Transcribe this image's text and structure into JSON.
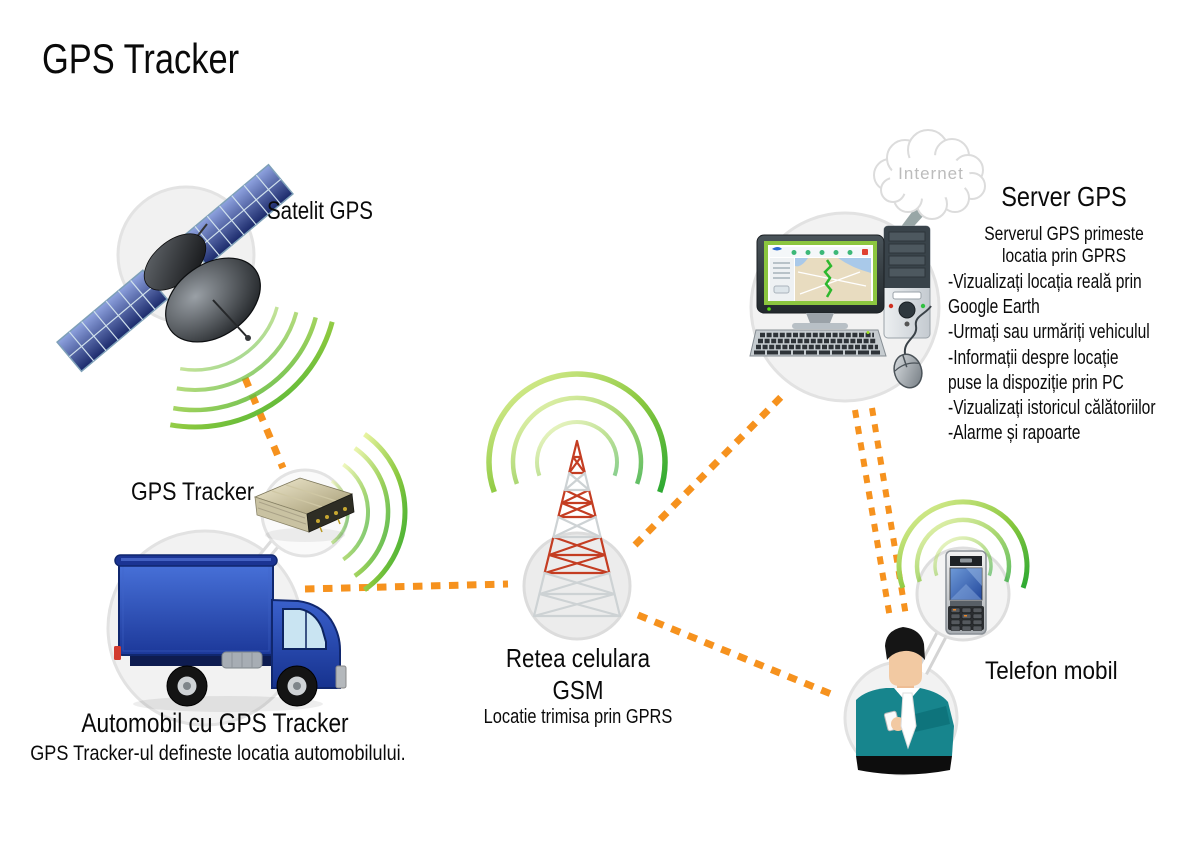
{
  "title": "GPS Tracker",
  "colors": {
    "connector_orange": "#F6921E",
    "signal_wave_green": "#39B54A",
    "tower_red": "#C43D22",
    "truck_blue": "#2E4FB8",
    "circle_gray": "#F2F2F2"
  },
  "nodes": {
    "satellite": {
      "label": "Satelit GPS"
    },
    "gps_tracker": {
      "label": "GPS Tracker"
    },
    "truck": {
      "label": "Automobil cu GPS Tracker",
      "caption": "GPS Tracker-ul defineste locatia automobilului."
    },
    "cell_tower": {
      "label_line1": "Retea celulara",
      "label_line2": "GSM",
      "caption": "Locatie trimisa prin GPRS"
    },
    "internet_cloud": {
      "label": "Internet"
    },
    "server": {
      "title": "Server GPS",
      "subtitle": [
        "Serverul GPS primeste",
        "locatia prin GPRS"
      ],
      "details": [
        "-Vizualizați locația reală prin",
        "Google Earth",
        "-Urmați sau urmăriți vehiculul",
        "-Informații despre locație",
        "puse la dispoziție prin PC",
        "-Vizualizați istoricul călătoriilor",
        "-Alarme și rapoarte"
      ]
    },
    "mobile_phone": {
      "label": "Telefon mobil"
    }
  },
  "connections": [
    {
      "from": "satellite",
      "to": "gps_tracker",
      "style": "dashed-orange"
    },
    {
      "from": "truck",
      "to": "cell_tower",
      "style": "dashed-orange"
    },
    {
      "from": "cell_tower",
      "to": "server",
      "style": "dashed-orange"
    },
    {
      "from": "cell_tower",
      "to": "mobile_phone_user",
      "style": "dashed-orange"
    },
    {
      "from": "server",
      "to": "mobile_phone_user",
      "style": "dashed-orange-double"
    }
  ]
}
